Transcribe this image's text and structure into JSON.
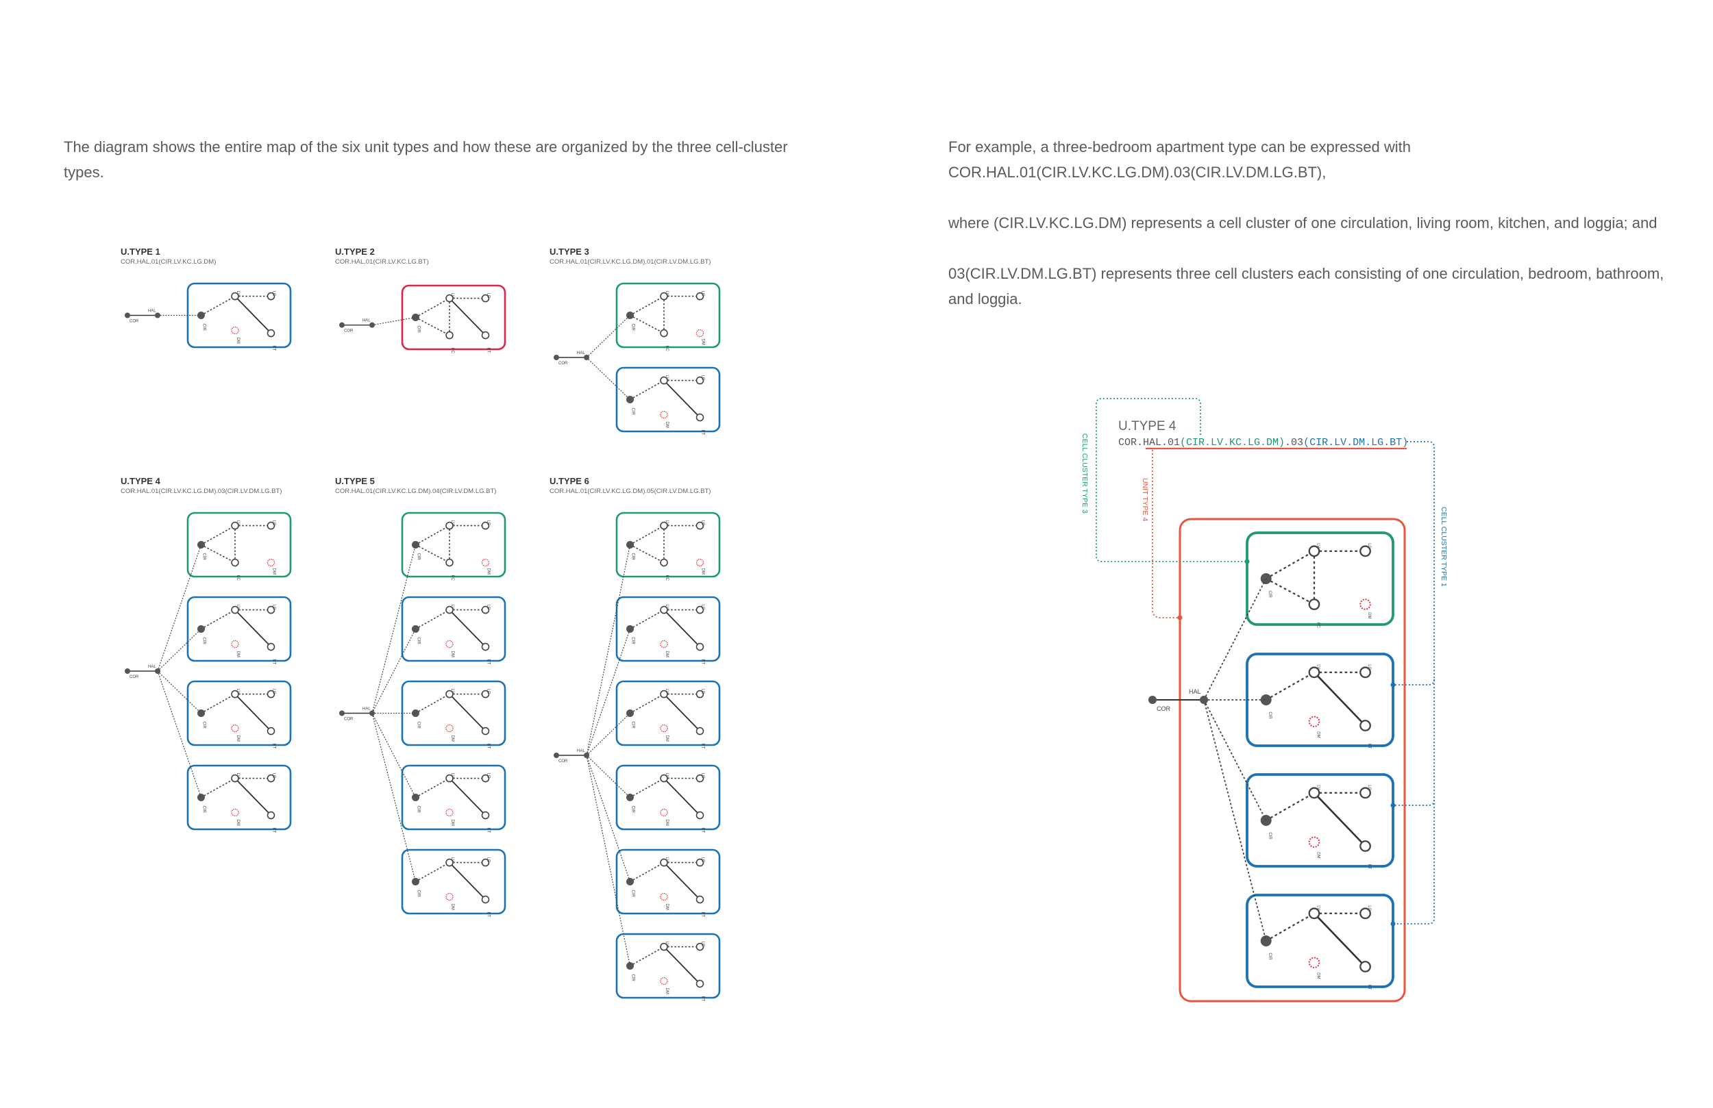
{
  "intro_text": "The diagram shows the entire map of the six unit types and how these are organized by the three cell-cluster types.",
  "example": {
    "line1": "For example, a three-bedroom apartment type can be expressed with",
    "line2": "COR.HAL.01(CIR.LV.KC.LG.DM).03(CIR.LV.DM.LG.BT),",
    "line3": "where (CIR.LV.KC.LG.DM) represents a cell cluster of one circulation, living room, kitchen, and loggia; and",
    "line4": "03(CIR.LV.DM.LG.BT) represents three cell clusters each consisting of one circulation, bedroom, bathroom, and loggia."
  },
  "colors": {
    "cluster_type_3": "#1f9a6e",
    "cluster_type_2": "#d8264f",
    "cluster_type_1": "#1b73b3",
    "unit_type_4": "#e8563f",
    "dm_node": "#e8333f",
    "node_fill": "#555555"
  },
  "node_labels": {
    "cor": "COR",
    "hal": "HAL",
    "cir": "CIR",
    "lv": "LV",
    "lg": "LG",
    "kc": "KC",
    "bt": "BT",
    "dm": "DM"
  },
  "unit_types": [
    {
      "title": "U.TYPE 1",
      "code": "COR.HAL.01(CIR.LV.KC.LG.DM)",
      "clusters": [
        "blue"
      ]
    },
    {
      "title": "U.TYPE 2",
      "code": "COR.HAL.01(CIR.LV.KC.LG.BT)",
      "clusters": [
        "red"
      ]
    },
    {
      "title": "U.TYPE 3",
      "code": "COR.HAL.01(CIR.LV.KC.LG.DM).01(CIR.LV.DM.LG.BT)",
      "clusters": [
        "green",
        "blue"
      ]
    },
    {
      "title": "U.TYPE 4",
      "code": "COR.HAL.01(CIR.LV.KC.LG.DM).03(CIR.LV.DM.LG.BT)",
      "clusters": [
        "green",
        "blue",
        "blue",
        "blue"
      ]
    },
    {
      "title": "U.TYPE 5",
      "code": "COR.HAL.01(CIR.LV.KC.LG.DM).04(CIR.LV.DM.LG.BT)",
      "clusters": [
        "green",
        "blue",
        "blue",
        "blue",
        "blue"
      ]
    },
    {
      "title": "U.TYPE 6",
      "code": "COR.HAL.01(CIR.LV.KC.LG.DM).05(CIR.LV.DM.LG.BT)",
      "clusters": [
        "green",
        "blue",
        "blue",
        "blue",
        "blue",
        "blue"
      ]
    }
  ],
  "detail": {
    "title": "U.TYPE 4",
    "code_prefix": "COR.HAL.01",
    "code_part1": "(CIR.LV.KC.LG.DM)",
    "code_mid": ".03",
    "code_part2": "(CIR.LV.DM.LG.BT)",
    "label_cluster_type_3": "CELL CLUSTER TYPE 3",
    "label_unit_type_4": "UNIT TYPE 4",
    "label_cluster_type_1": "CELL CLUSTER TYPE 1"
  }
}
